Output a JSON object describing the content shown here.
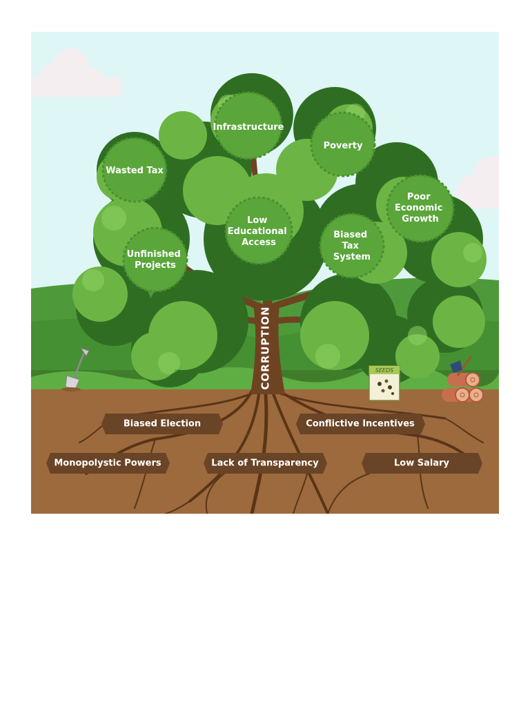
{
  "trunk": {
    "label": "CORRUPTION"
  },
  "effects": [
    {
      "id": "wasted-tax",
      "lines": [
        "Wasted Tax"
      ]
    },
    {
      "id": "infrastructure",
      "lines": [
        "Infrastructure"
      ]
    },
    {
      "id": "poverty",
      "lines": [
        "Poverty"
      ]
    },
    {
      "id": "poor-economic-growth",
      "lines": [
        "Poor",
        "Economic",
        "Growth"
      ]
    },
    {
      "id": "low-educational-access",
      "lines": [
        "Low",
        "Educational",
        "Access"
      ]
    },
    {
      "id": "biased-tax-system",
      "lines": [
        "Biased",
        "Tax",
        "System"
      ]
    },
    {
      "id": "unfinished-projects",
      "lines": [
        "Unfinished",
        "Projects"
      ]
    }
  ],
  "causes": [
    {
      "id": "biased-election",
      "label": "Biased Election"
    },
    {
      "id": "conflictive-incentives",
      "label": "Conflictive Incentives"
    },
    {
      "id": "monopolystic-powers",
      "label": "Monopolystic Powers"
    },
    {
      "id": "lack-of-transparency",
      "label": "Lack of Transparency"
    },
    {
      "id": "low-salary",
      "label": "Low Salary"
    }
  ],
  "props": {
    "seed_packet_label": "SEEDS"
  },
  "colors": {
    "sky": "#dff6f6",
    "hill": "#4e9a3b",
    "grass": "#3f7d2b",
    "soil": "#9c6a3c",
    "trunk": "#6e4322",
    "leaf_light": "#6cb545",
    "leaf_dark": "#2f6e22",
    "fruit": "#5aa63a",
    "sign": "#6a4426"
  }
}
